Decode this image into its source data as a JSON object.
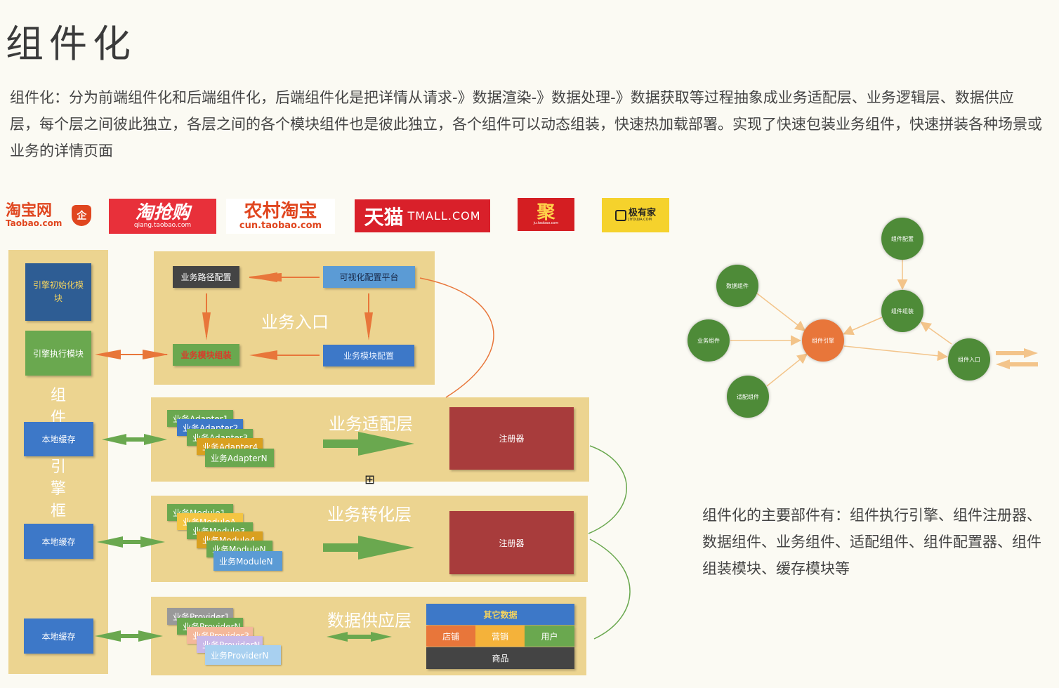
{
  "title": "组件化",
  "intro": "组件化：分为前端组件化和后端组件化，后端组件化是把详情从请求-》数据渲染-》数据处理-》数据获取等过程抽象成业务适配层、业务逻辑层、数据供应层，每个层之间彼此独立，各层之间的各个模块组件也是彼此独立，各个组件可以动态组装，快速热加载部署。实现了快速包装业务组件，快速拼装各种场景或业务的详情页面",
  "logos": {
    "taobao_cn": "淘宝网",
    "taobao_en": "Taobao.com",
    "shield": "企",
    "qiang_cn": "淘抢购",
    "qiang_en": "qiang.taobao.com",
    "cun_cn": "农村淘宝",
    "cun_en": "cun.taobao.com",
    "tmall_cn": "天猫",
    "tmall_en": "TMALL.COM",
    "ju_cn": "聚",
    "ju_en": "ju.taobao.com",
    "jiyoujia_cn": "极有家",
    "jiyoujia_en": "JIYOUJIA.COM"
  },
  "engine": {
    "init": "引擎初始化模块",
    "exec": "引擎执行模块",
    "vertical": [
      "组",
      "件",
      "引",
      "擎",
      "框"
    ],
    "cache1": "本地缓存",
    "cache2": "本地缓存",
    "cache3": "本地缓存"
  },
  "entry": {
    "label": "业务入口",
    "path_config": "业务路径配置",
    "visual_platform": "可视化配置平台",
    "module_assembly": "业务模块组装",
    "module_config": "业务模块配置"
  },
  "adapter_layer": {
    "label": "业务适配层",
    "cards": [
      "业务Adapter1",
      "业务Adapter2",
      "业务Adapter3",
      "业务Adapter4",
      "业务AdapterN"
    ],
    "registry": "注册器"
  },
  "transform_layer": {
    "label": "业务转化层",
    "cards": [
      "业务Module1",
      "业务ModuleA",
      "业务Module3",
      "业务Module4",
      "业务ModuleN"
    ],
    "registry": "注册器"
  },
  "supply_layer": {
    "label": "数据供应层",
    "cards": [
      "业务Provider1",
      "业务ProviderN",
      "业务Provider3",
      "业务ProviderN",
      "业务ProviderN"
    ],
    "other_data": "其它数据",
    "shop": "店铺",
    "marketing": "营销",
    "user": "用户",
    "goods": "商品"
  },
  "expand_icon": "⊞",
  "graph": {
    "config": "组件配置",
    "data": "数据组件",
    "assemble": "组件组装",
    "biz": "业务组件",
    "engine": "组件引擎",
    "entry": "组件入口",
    "adapter": "适配组件"
  },
  "summary": "组件化的主要部件有：组件执行引擎、组件注册器、数据组件、业务组件、适配组件、组件配置器、组件组装模块、缓存模块等",
  "colors": {
    "panel": "#ecd490",
    "green": "#6aa84f",
    "blue": "#3d78c8",
    "red": "#a83c3c",
    "orange": "#e8763a",
    "dark_green": "#4e8b38",
    "dark": "#444444"
  }
}
